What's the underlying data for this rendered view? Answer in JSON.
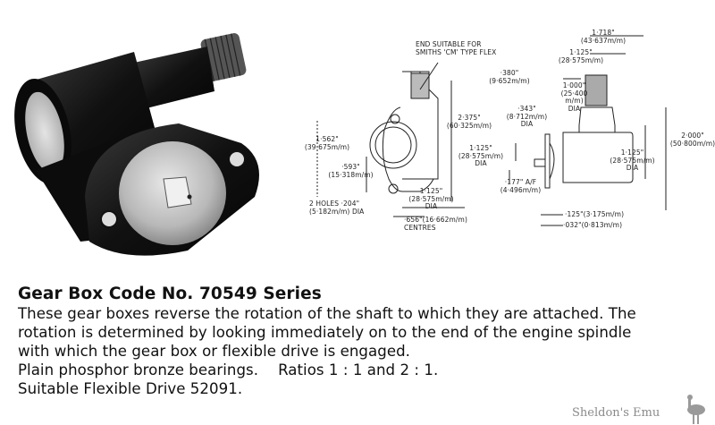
{
  "product": {
    "title": "Gear Box Code No. 70549 Series",
    "description_lines": [
      "These gear boxes reverse the rotation of the shaft to which they are attached. The",
      "rotation is determined by looking immediately on to the end of the engine spindle",
      "with which the gear box or flexible drive is engaged."
    ],
    "bearings": "Plain phosphor bronze bearings.",
    "ratios": "Ratios 1 : 1 and 2 : 1.",
    "flexible_drive": "Suitable Flexible Drive 52091."
  },
  "photo": {
    "alt": "gear-box-photograph"
  },
  "drawing": {
    "callout_end": [
      "END SUITABLE FOR",
      "SMITHS 'CM' TYPE FLEX"
    ],
    "dims": {
      "overall_width": [
        "1·718\"",
        "(43·637m/m)"
      ],
      "width_1125_top": [
        "1·125\"",
        "(28·575m/m)"
      ],
      "d_380": [
        "·380\"",
        "(9·652m/m)"
      ],
      "d_1000": [
        "1·000\"",
        "(25·400",
        "m/m)",
        "DIA"
      ],
      "d_343": [
        "·343\"",
        "(8·712m/m)",
        "DIA"
      ],
      "d_2375": [
        "2·375\"",
        "(60·325m/m)"
      ],
      "d_1562": [
        "1·562\"",
        "(39·675m/m)"
      ],
      "d_593": [
        "·593\"",
        "(15·318m/m)"
      ],
      "d_1125_mid": [
        "1·125\"",
        "(28·575m/m)",
        "DIA"
      ],
      "d_2000": [
        "2·000\"",
        "(50·800m/m)"
      ],
      "d_1125_right": [
        "1·125\"",
        "(28·575m/m)",
        "DIA"
      ],
      "d_177": [
        "·177\" A/F",
        "(4·496m/m)"
      ],
      "d_1125_bottom": [
        "1·125\"",
        "(28·575m/m)",
        "DIA"
      ],
      "holes": [
        "2 HOLES ·204\"",
        "(5·182m/m) DIA"
      ],
      "centres": [
        "·656\"(16·662m/m)",
        "CENTRES"
      ],
      "d_125": "·125\"(3·175m/m)",
      "d_032": "·032\"(0·813m/m)"
    }
  },
  "watermark": {
    "text": "Sheldon's Emu"
  },
  "colors": {
    "text": "#111111",
    "watermark": "#8a8a8a",
    "background": "#ffffff"
  }
}
